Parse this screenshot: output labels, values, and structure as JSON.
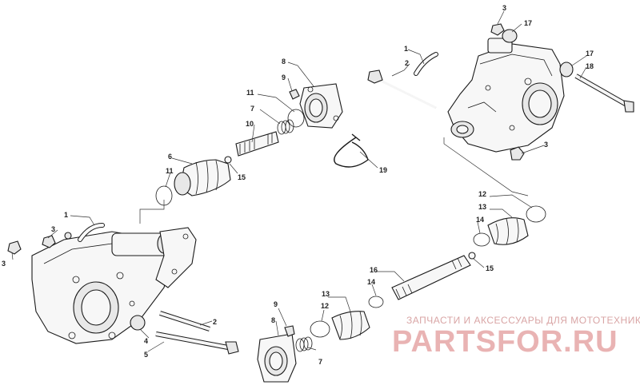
{
  "watermark": {
    "subtitle": "ЗАПЧАСТИ И АКСЕССУАРЫ ДЛЯ МОТОТЕХНИКИ",
    "brand": "PARTSFOR.RU"
  },
  "callouts": {
    "c1": "1",
    "c2": "2",
    "c3": "3",
    "c4": "4",
    "c5": "5",
    "c6": "6",
    "c7": "7",
    "c8": "8",
    "c9": "9",
    "c10": "10",
    "c11": "11",
    "c12": "12",
    "c13": "13",
    "c14": "14",
    "c15": "15",
    "c16": "16",
    "c17": "17",
    "c18": "18",
    "c19": "19"
  }
}
